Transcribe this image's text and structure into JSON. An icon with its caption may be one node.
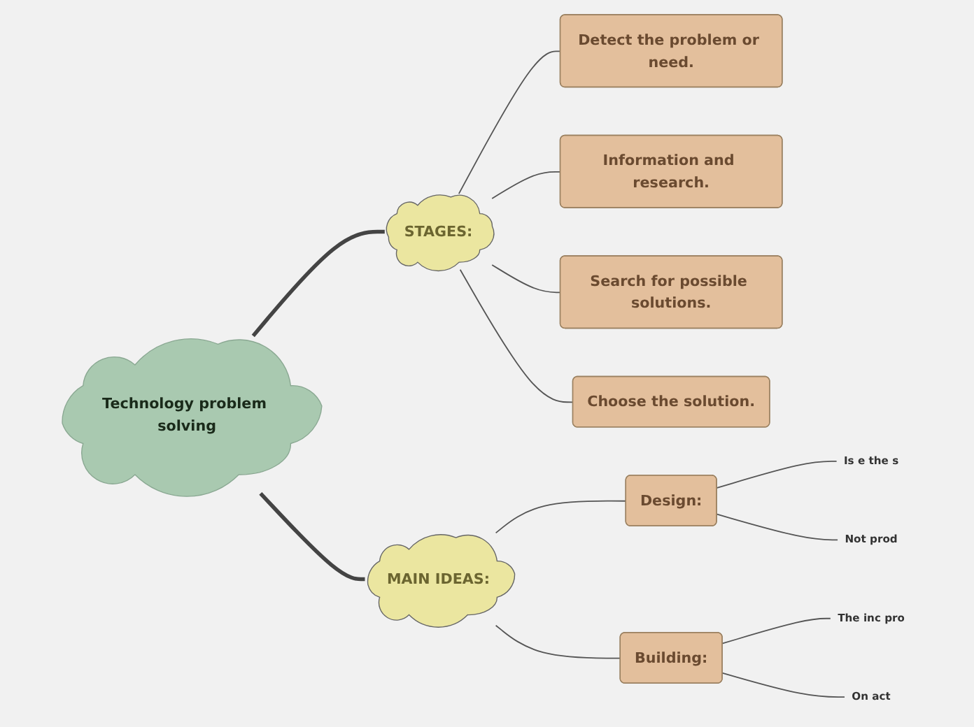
{
  "diagram": {
    "nodes": [
      {
        "text": [
          "Technology problem solving"
        ]
      },
      {
        "text": [
          "STAGES:"
        ]
      },
      {
        "text": [
          "Detect the problem or need."
        ]
      },
      {
        "text": [
          "Information and research."
        ]
      },
      {
        "text": [
          "Search for possible solutions."
        ]
      },
      {
        "text": [
          "Choose the solution."
        ]
      },
      {
        "text": [
          "MAIN IDEAS:"
        ]
      },
      {
        "text": [
          "Design:"
        ]
      },
      {
        "text": [
          "Is e the s"
        ]
      },
      {
        "text": [
          "Not prod"
        ]
      },
      {
        "text": [
          "Building:"
        ]
      },
      {
        "text": [
          "The inc pro"
        ]
      },
      {
        "text": [
          "On act"
        ]
      }
    ],
    "edges": [
      {
        "from": 0,
        "to": 1,
        "arrow": "none",
        "style": "thick"
      },
      {
        "from": 1,
        "to": 2,
        "arrow": "none"
      },
      {
        "from": 1,
        "to": 3,
        "arrow": "none"
      },
      {
        "from": 1,
        "to": 4,
        "arrow": "none"
      },
      {
        "from": 1,
        "to": 5,
        "arrow": "none"
      },
      {
        "from": 0,
        "to": 6,
        "arrow": "none",
        "style": "thick"
      },
      {
        "from": 6,
        "to": 7,
        "arrow": "none"
      },
      {
        "from": 7,
        "to": 8,
        "arrow": "none"
      },
      {
        "from": 7,
        "to": 9,
        "arrow": "none"
      },
      {
        "from": 6,
        "to": 10,
        "arrow": "none"
      },
      {
        "from": 10,
        "to": 11,
        "arrow": "none"
      },
      {
        "from": 10,
        "to": 12,
        "arrow": "none"
      }
    ]
  }
}
